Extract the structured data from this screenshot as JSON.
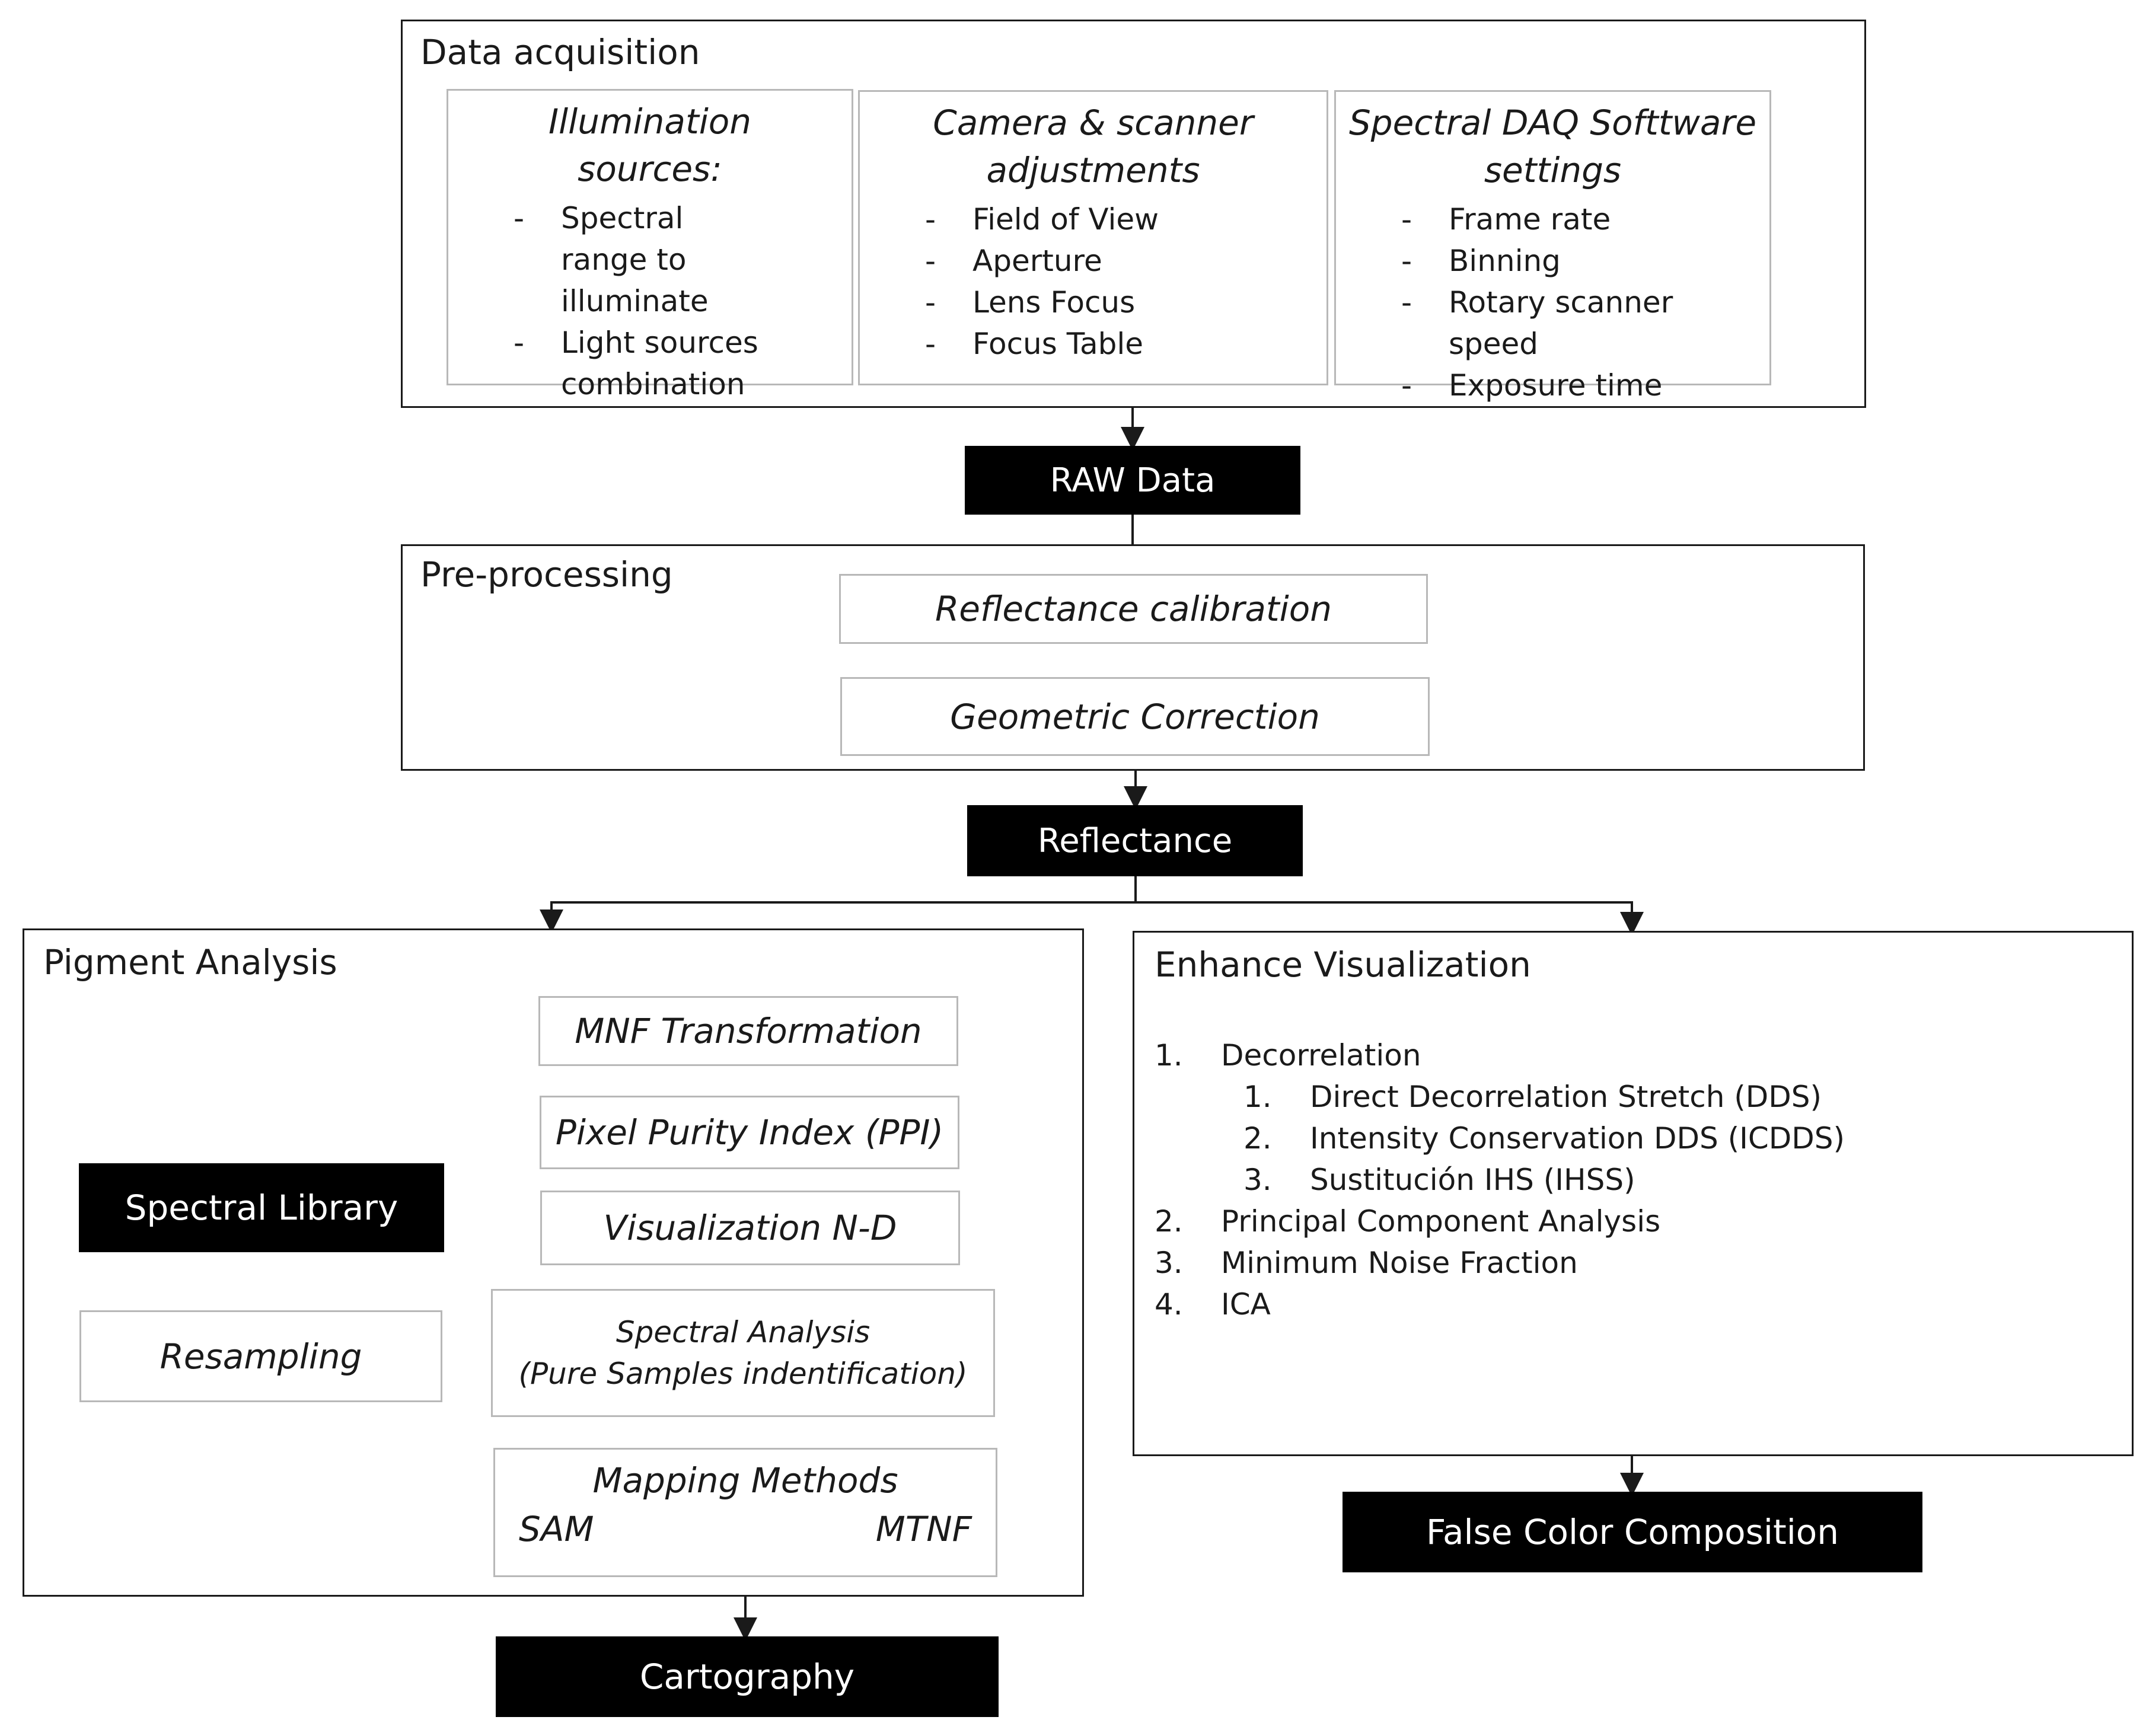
{
  "data_acquisition": {
    "title": "Data acquisition",
    "columns": [
      {
        "title_line1": "Illumination",
        "title_line2": "sources:",
        "items": [
          "Spectral range to illuminate",
          "Light sources combination"
        ]
      },
      {
        "title_line1": "Camera & scanner",
        "title_line2": "adjustments",
        "items": [
          "Field of View",
          "Aperture",
          "Lens Focus",
          "Focus Table"
        ]
      },
      {
        "title_line1": "Spectral DAQ Softtware",
        "title_line2": "settings",
        "items": [
          "Frame rate",
          "Binning",
          "Rotary scanner speed",
          "Exposure time"
        ]
      }
    ]
  },
  "raw_data": "RAW Data",
  "preprocessing": {
    "title": "Pre-processing",
    "steps": [
      "Reflectance calibration",
      "Geometric Correction"
    ]
  },
  "reflectance": "Reflectance",
  "pigment_analysis": {
    "title": "Pigment Analysis",
    "mnf": "MNF Transformation",
    "ppi": "Pixel Purity Index (PPI)",
    "nd": "Visualization N-D",
    "spectral_library": "Spectral Library",
    "resampling": "Resampling",
    "spectral_analysis_line1": "Spectral Analysis",
    "spectral_analysis_line2": "(Pure Samples indentification)",
    "mapping_title": "Mapping Methods",
    "mapping_left": "SAM",
    "mapping_right": "MTNF"
  },
  "cartography": "Cartography",
  "enhance_visualization": {
    "title": "Enhance Visualization",
    "items": [
      {
        "num": "1.",
        "label": "Decorrelation"
      },
      {
        "num": "1.",
        "label": "Direct Decorrelation Stretch (DDS)"
      },
      {
        "num": "2.",
        "label": "Intensity Conservation DDS (ICDDS)"
      },
      {
        "num": "3.",
        "label": "Sustitución IHS (IHSS)"
      },
      {
        "num": "2.",
        "label": "Principal Component Analysis"
      },
      {
        "num": "3.",
        "label": "Minimum Noise Fraction"
      },
      {
        "num": "4.",
        "label": "ICA"
      }
    ]
  },
  "false_color": "False Color Composition"
}
